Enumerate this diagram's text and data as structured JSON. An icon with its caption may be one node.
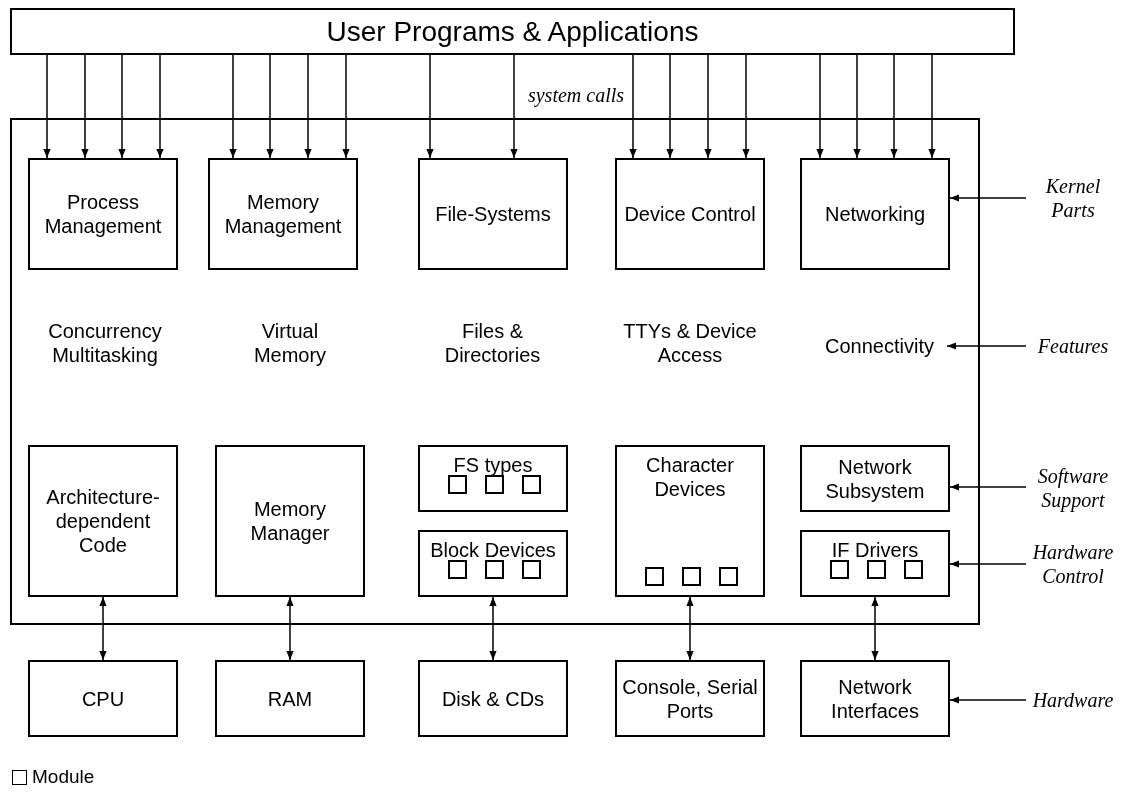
{
  "diagram": {
    "nodes": [
      {
        "text": [
          "User Programs & Applications"
        ]
      },
      {
        "text": [],
        "shape": "box"
      },
      {
        "text": [
          "Process Management"
        ],
        "in": 1
      },
      {
        "text": [
          "Memory Management"
        ],
        "in": 1
      },
      {
        "text": [
          "File-Systems"
        ],
        "in": 1
      },
      {
        "text": [
          "Device Control"
        ],
        "in": 1
      },
      {
        "text": [
          "Networking"
        ],
        "in": 1
      },
      {
        "text": [
          "Connectivity"
        ],
        "in": 1
      },
      {
        "text": [
          "Architecture-dependent Code"
        ],
        "in": 1
      },
      {
        "text": [
          "Memory Manager"
        ],
        "in": 1
      },
      {
        "text": [
          "FS types"
        ],
        "in": 1
      },
      {
        "text": [],
        "shape": "box",
        "in": 10
      },
      {
        "text": [],
        "shape": "box",
        "in": 10
      },
      {
        "text": [],
        "shape": "box",
        "in": 10
      },
      {
        "text": [
          "Block Devices"
        ],
        "in": 1
      },
      {
        "text": [],
        "shape": "box",
        "in": 14
      },
      {
        "text": [],
        "shape": "box",
        "in": 14
      },
      {
        "text": [],
        "shape": "box",
        "in": 14
      },
      {
        "text": [
          "Character Devices"
        ],
        "in": 1
      },
      {
        "text": [],
        "shape": "box",
        "in": 18
      },
      {
        "text": [],
        "shape": "box",
        "in": 18
      },
      {
        "text": [],
        "shape": "box",
        "in": 18
      },
      {
        "text": [
          "Network Subsystem"
        ],
        "in": 1
      },
      {
        "text": [
          "IF Drivers"
        ],
        "in": 1
      },
      {
        "text": [],
        "shape": "box",
        "in": 23
      },
      {
        "text": [],
        "shape": "box",
        "in": 23
      },
      {
        "text": [],
        "shape": "box",
        "in": 23
      },
      {
        "text": [
          "CPU"
        ]
      },
      {
        "text": [
          "RAM"
        ]
      },
      {
        "text": [
          "Disk & CDs"
        ]
      },
      {
        "text": [
          "Console, Serial Ports"
        ]
      },
      {
        "text": [
          "Network Interfaces"
        ]
      },
      {
        "text": [
          "Kernel Parts"
        ]
      },
      {
        "text": [
          "Features"
        ]
      },
      {
        "text": [
          "Software Support"
        ]
      },
      {
        "text": [
          "Hardware Control"
        ]
      },
      {
        "text": [
          "Hardware"
        ]
      }
    ],
    "edges": [
      {
        "from": 0,
        "to": 2,
        "arrow": "to"
      },
      {
        "from": 0,
        "to": 2,
        "arrow": "to"
      },
      {
        "from": 0,
        "to": 2,
        "arrow": "to"
      },
      {
        "from": 0,
        "to": 2,
        "arrow": "to"
      },
      {
        "from": 0,
        "to": 3,
        "arrow": "to"
      },
      {
        "from": 0,
        "to": 3,
        "arrow": "to"
      },
      {
        "from": 0,
        "to": 3,
        "arrow": "to"
      },
      {
        "from": 0,
        "to": 3,
        "arrow": "to"
      },
      {
        "from": 0,
        "to": 4,
        "arrow": "to"
      },
      {
        "from": 0,
        "to": 4,
        "arrow": "to"
      },
      {
        "from": 0,
        "to": 5,
        "arrow": "to"
      },
      {
        "from": 0,
        "to": 5,
        "arrow": "to"
      },
      {
        "from": 0,
        "to": 5,
        "arrow": "to"
      },
      {
        "from": 0,
        "to": 5,
        "arrow": "to"
      },
      {
        "from": 0,
        "to": 6,
        "arrow": "to"
      },
      {
        "from": 0,
        "to": 6,
        "arrow": "to"
      },
      {
        "from": 0,
        "to": 6,
        "arrow": "to"
      },
      {
        "from": 0,
        "to": 6,
        "arrow": "to"
      },
      {
        "from": 27,
        "to": 8,
        "arrow": "both"
      },
      {
        "from": 28,
        "to": 9,
        "arrow": "both"
      },
      {
        "from": 29,
        "to": 14,
        "arrow": "both"
      },
      {
        "from": 30,
        "to": 18,
        "arrow": "both"
      },
      {
        "from": 31,
        "to": 23,
        "arrow": "both"
      },
      {
        "from": 32,
        "to": 6,
        "arrow": "to"
      },
      {
        "from": 33,
        "to": 7,
        "arrow": "to"
      },
      {
        "from": 34,
        "to": 22,
        "arrow": "to"
      },
      {
        "from": 35,
        "to": 23,
        "arrow": "to"
      },
      {
        "from": 36,
        "to": 31,
        "arrow": "to"
      }
    ],
    "labels": [
      "system calls",
      "Concurrency Multitasking",
      "Virtual Memory",
      "Files & Directories",
      "TTYs & Device Access"
    ],
    "legend": [
      {
        "text": "Module"
      }
    ]
  }
}
